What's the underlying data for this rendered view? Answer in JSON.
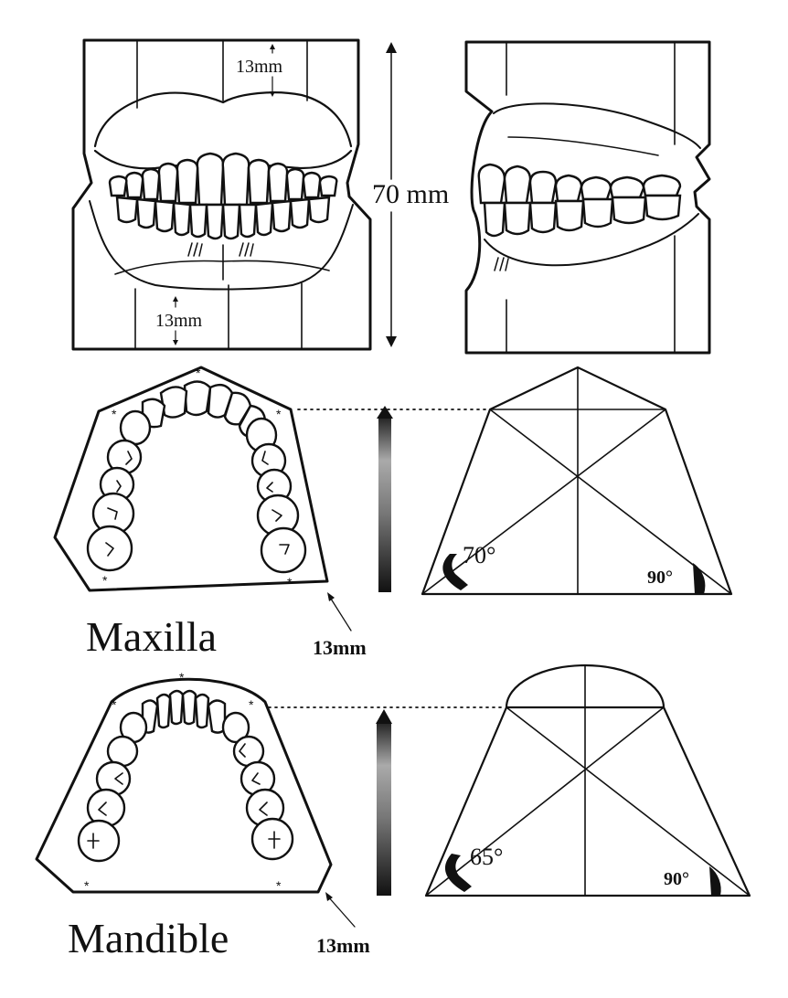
{
  "front_view": {
    "top_base_height": "13mm",
    "bottom_base_height": "13mm"
  },
  "height_label": "70 mm",
  "maxilla": {
    "label": "Maxilla",
    "base_label": "13mm",
    "angle_label": "70°",
    "right_angle_label": "90°"
  },
  "mandible": {
    "label": "Mandible",
    "base_label": "13mm",
    "angle_label": "65°",
    "right_angle_label": "90°"
  }
}
